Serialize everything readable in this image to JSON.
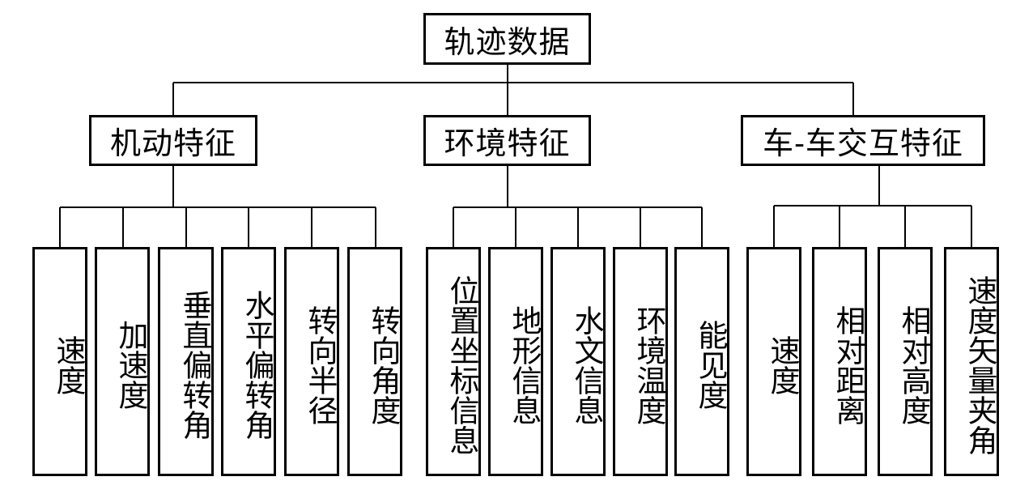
{
  "root": {
    "label": "轨迹数据"
  },
  "categories": [
    {
      "label": "机动特征",
      "children": [
        "速度",
        "加速度",
        "垂直偏转角",
        "水平偏转角",
        "转向半径",
        "转向角度"
      ]
    },
    {
      "label": "环境特征",
      "children": [
        "位置坐标信息",
        "地形信息",
        "水文信息",
        "环境温度",
        "能见度"
      ]
    },
    {
      "label": "车-车交互特征",
      "children": [
        "速度",
        "相对距离",
        "相对高度",
        "速度矢量夹角"
      ]
    }
  ],
  "colors": {
    "line": "#000000",
    "border": "#000000",
    "background": "#ffffff"
  }
}
